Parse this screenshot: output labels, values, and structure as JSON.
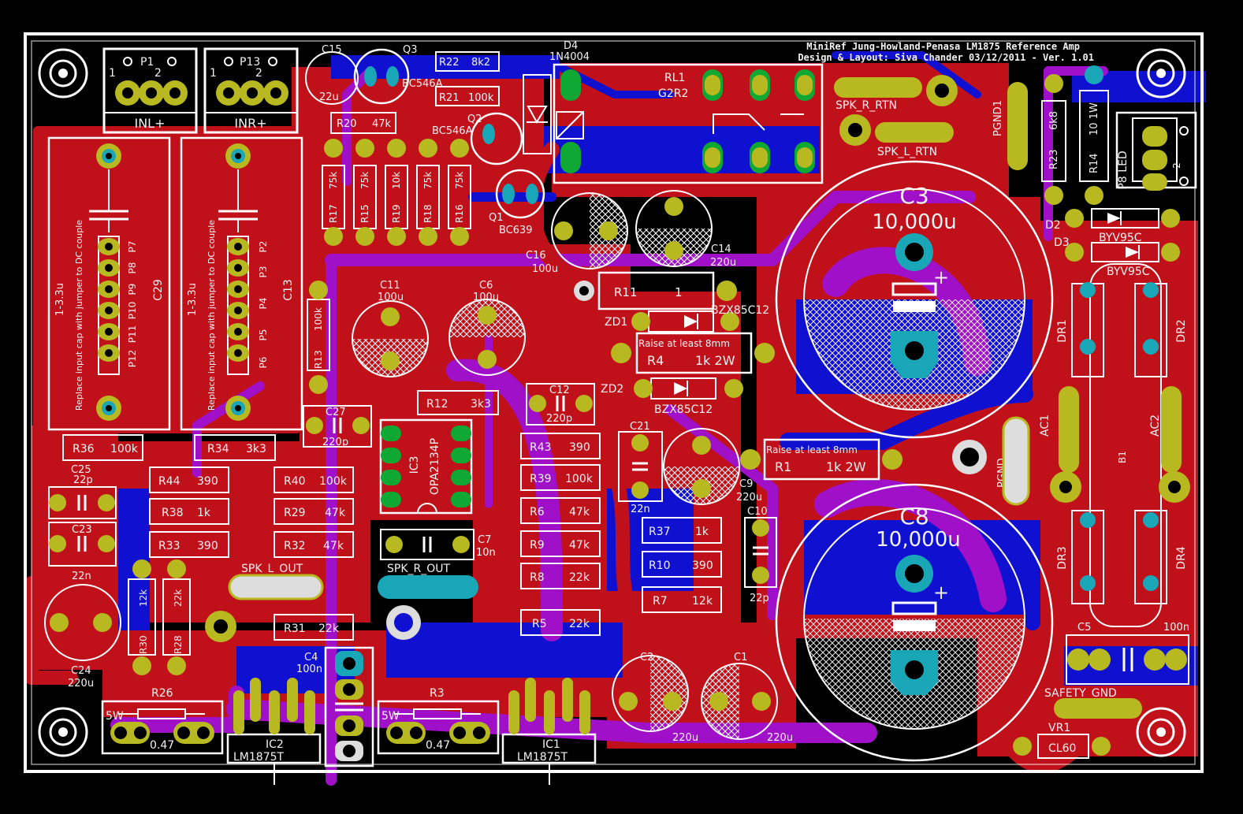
{
  "title_block": {
    "line1": "MiniRef Jung-Howland-Penasa LM1875 Reference Amp",
    "line2": "Design & Layout: Siva Chander 03/12/2011 - Ver. 1.01"
  },
  "colors": {
    "background": "#000000",
    "top_copper": "#c0101a",
    "bottom_copper": "#1010d0",
    "overlap": "#a010c8",
    "silkscreen": "#f2f2f2",
    "pad_ring": "#b8b820",
    "via": "#19a7b8",
    "outline": "#ffffff"
  },
  "connectors": {
    "P1": {
      "name": "P1",
      "pin1": "1",
      "pin2": "2",
      "label": "INL+"
    },
    "P13": {
      "name": "P13",
      "pin1": "1",
      "pin2": "2",
      "label": "INR+"
    },
    "P8": {
      "name": "P8",
      "label": "LED",
      "pin": "2"
    }
  },
  "input_caps": {
    "C29": {
      "name": "C29",
      "value": "1-3.3u",
      "note": "Replace input cap with jumper to DC couple",
      "pins": [
        "P7",
        "P8",
        "P9",
        "P10",
        "P11",
        "P12"
      ]
    },
    "C13": {
      "name": "C13",
      "value": "1-3.3u",
      "note": "Replace input cap with jumper to DC couple",
      "pins": [
        "P2",
        "P3",
        "P4",
        "P5",
        "P6"
      ]
    }
  },
  "components": {
    "C15": {
      "name": "C15",
      "value": "22u"
    },
    "Q3": {
      "name": "Q3",
      "value": "BC546A"
    },
    "Q2": {
      "name": "Q2",
      "value": "BC546A"
    },
    "Q1": {
      "name": "Q1",
      "value": "BC639"
    },
    "R22": {
      "name": "R22",
      "value": "8k2"
    },
    "R21": {
      "name": "R21",
      "value": "100k"
    },
    "R20": {
      "name": "R20",
      "value": "47k"
    },
    "R17": {
      "name": "R17",
      "value": "75k"
    },
    "R15": {
      "name": "R15",
      "value": "75k"
    },
    "R19": {
      "name": "R19",
      "value": "10k"
    },
    "R18": {
      "name": "R18",
      "value": "75k"
    },
    "R16": {
      "name": "R16",
      "value": "75k"
    },
    "D4": {
      "name": "D4",
      "value": "1N4004"
    },
    "RL1": {
      "name": "RL1",
      "value": "G2R2"
    },
    "C16": {
      "name": "C16",
      "value": "100u"
    },
    "C14": {
      "name": "C14",
      "value": "220u"
    },
    "R11": {
      "name": "R11",
      "value": "1"
    },
    "ZD1": {
      "name": "ZD1",
      "value": "BZX85C12"
    },
    "ZD2": {
      "name": "ZD2",
      "value": "BZX85C12"
    },
    "R4": {
      "name": "R4",
      "value": "1k 2W",
      "note": "Raise at least 8mm"
    },
    "R1": {
      "name": "R1",
      "value": "1k 2W",
      "note": "Raise at least 8mm"
    },
    "C11": {
      "name": "C11",
      "value": "100u"
    },
    "C6": {
      "name": "C6",
      "value": "100u"
    },
    "R13": {
      "name": "R13",
      "value": "100k"
    },
    "R12": {
      "name": "R12",
      "value": "3k3"
    },
    "C12": {
      "name": "C12",
      "value": "220p"
    },
    "C27": {
      "name": "C27",
      "value": "220p"
    },
    "R36": {
      "name": "R36",
      "value": "100k"
    },
    "R34": {
      "name": "R34",
      "value": "3k3"
    },
    "C25": {
      "name": "C25",
      "value": "22p"
    },
    "C23": {
      "name": "C23",
      "value": "22n"
    },
    "R44": {
      "name": "R44",
      "value": "390"
    },
    "R38": {
      "name": "R38",
      "value": "1k"
    },
    "R33": {
      "name": "R33",
      "value": "390"
    },
    "R40": {
      "name": "R40",
      "value": "100k"
    },
    "R29": {
      "name": "R29",
      "value": "47k"
    },
    "R32": {
      "name": "R32",
      "value": "47k"
    },
    "IC3": {
      "name": "IC3",
      "value": "OPA2134P"
    },
    "C7": {
      "name": "C7",
      "value": "10n"
    },
    "R43": {
      "name": "R43",
      "value": "390"
    },
    "R39": {
      "name": "R39",
      "value": "100k"
    },
    "R6": {
      "name": "R6",
      "value": "47k"
    },
    "R9": {
      "name": "R9",
      "value": "47k"
    },
    "R8": {
      "name": "R8",
      "value": "22k"
    },
    "R5": {
      "name": "R5",
      "value": "22k"
    },
    "C21": {
      "name": "C21",
      "value": "22n"
    },
    "C9": {
      "name": "C9",
      "value": "220u"
    },
    "C10": {
      "name": "C10",
      "value": "22p"
    },
    "R37": {
      "name": "R37",
      "value": "1k"
    },
    "R10": {
      "name": "R10",
      "value": "390"
    },
    "R7": {
      "name": "R7",
      "value": "12k"
    },
    "R31": {
      "name": "R31",
      "value": "22k"
    },
    "R30": {
      "name": "R30",
      "value": "12k"
    },
    "R28": {
      "name": "R28",
      "value": "22k"
    },
    "C24": {
      "name": "C24",
      "value": "220u"
    },
    "C4": {
      "name": "C4",
      "value": "100n"
    },
    "R26": {
      "name": "R26",
      "value": "0.47",
      "rating": "5W"
    },
    "R3": {
      "name": "R3",
      "value": "0.47",
      "rating": "5W"
    },
    "IC2": {
      "name": "IC2",
      "value": "LM1875T"
    },
    "IC1": {
      "name": "IC1",
      "value": "LM1875T"
    },
    "C2": {
      "name": "C2",
      "value": "220u"
    },
    "C1": {
      "name": "C1",
      "value": "220u"
    },
    "C3": {
      "name": "C3",
      "value": "10,000u"
    },
    "C8": {
      "name": "C8",
      "value": "10,000u"
    },
    "R23": {
      "name": "R23",
      "value": "6k8"
    },
    "R14": {
      "name": "R14",
      "value": "10 1W"
    },
    "D2": {
      "name": "D2",
      "value": "BYV95C"
    },
    "D3": {
      "name": "D3",
      "value": "BYV95C"
    },
    "DR1": {
      "name": "DR1"
    },
    "DR2": {
      "name": "DR2"
    },
    "DR3": {
      "name": "DR3"
    },
    "DR4": {
      "name": "DR4"
    },
    "AC1": {
      "name": "AC1"
    },
    "AC2": {
      "name": "AC2"
    },
    "B1": {
      "name": "B1"
    },
    "C5": {
      "name": "C5",
      "value": "100n"
    },
    "VR1": {
      "name": "VR1",
      "value": "CL60"
    }
  },
  "net_labels": {
    "spk_r_rtn": "SPK_R_RTN",
    "spk_l_rtn": "SPK_L_RTN",
    "spk_l_out": "SPK_L_OUT",
    "spk_r_out": "SPK_R_OUT",
    "pgnd1": "PGND1",
    "pgnd": "PGND",
    "safety_gnd": "SAFETY_GND"
  }
}
